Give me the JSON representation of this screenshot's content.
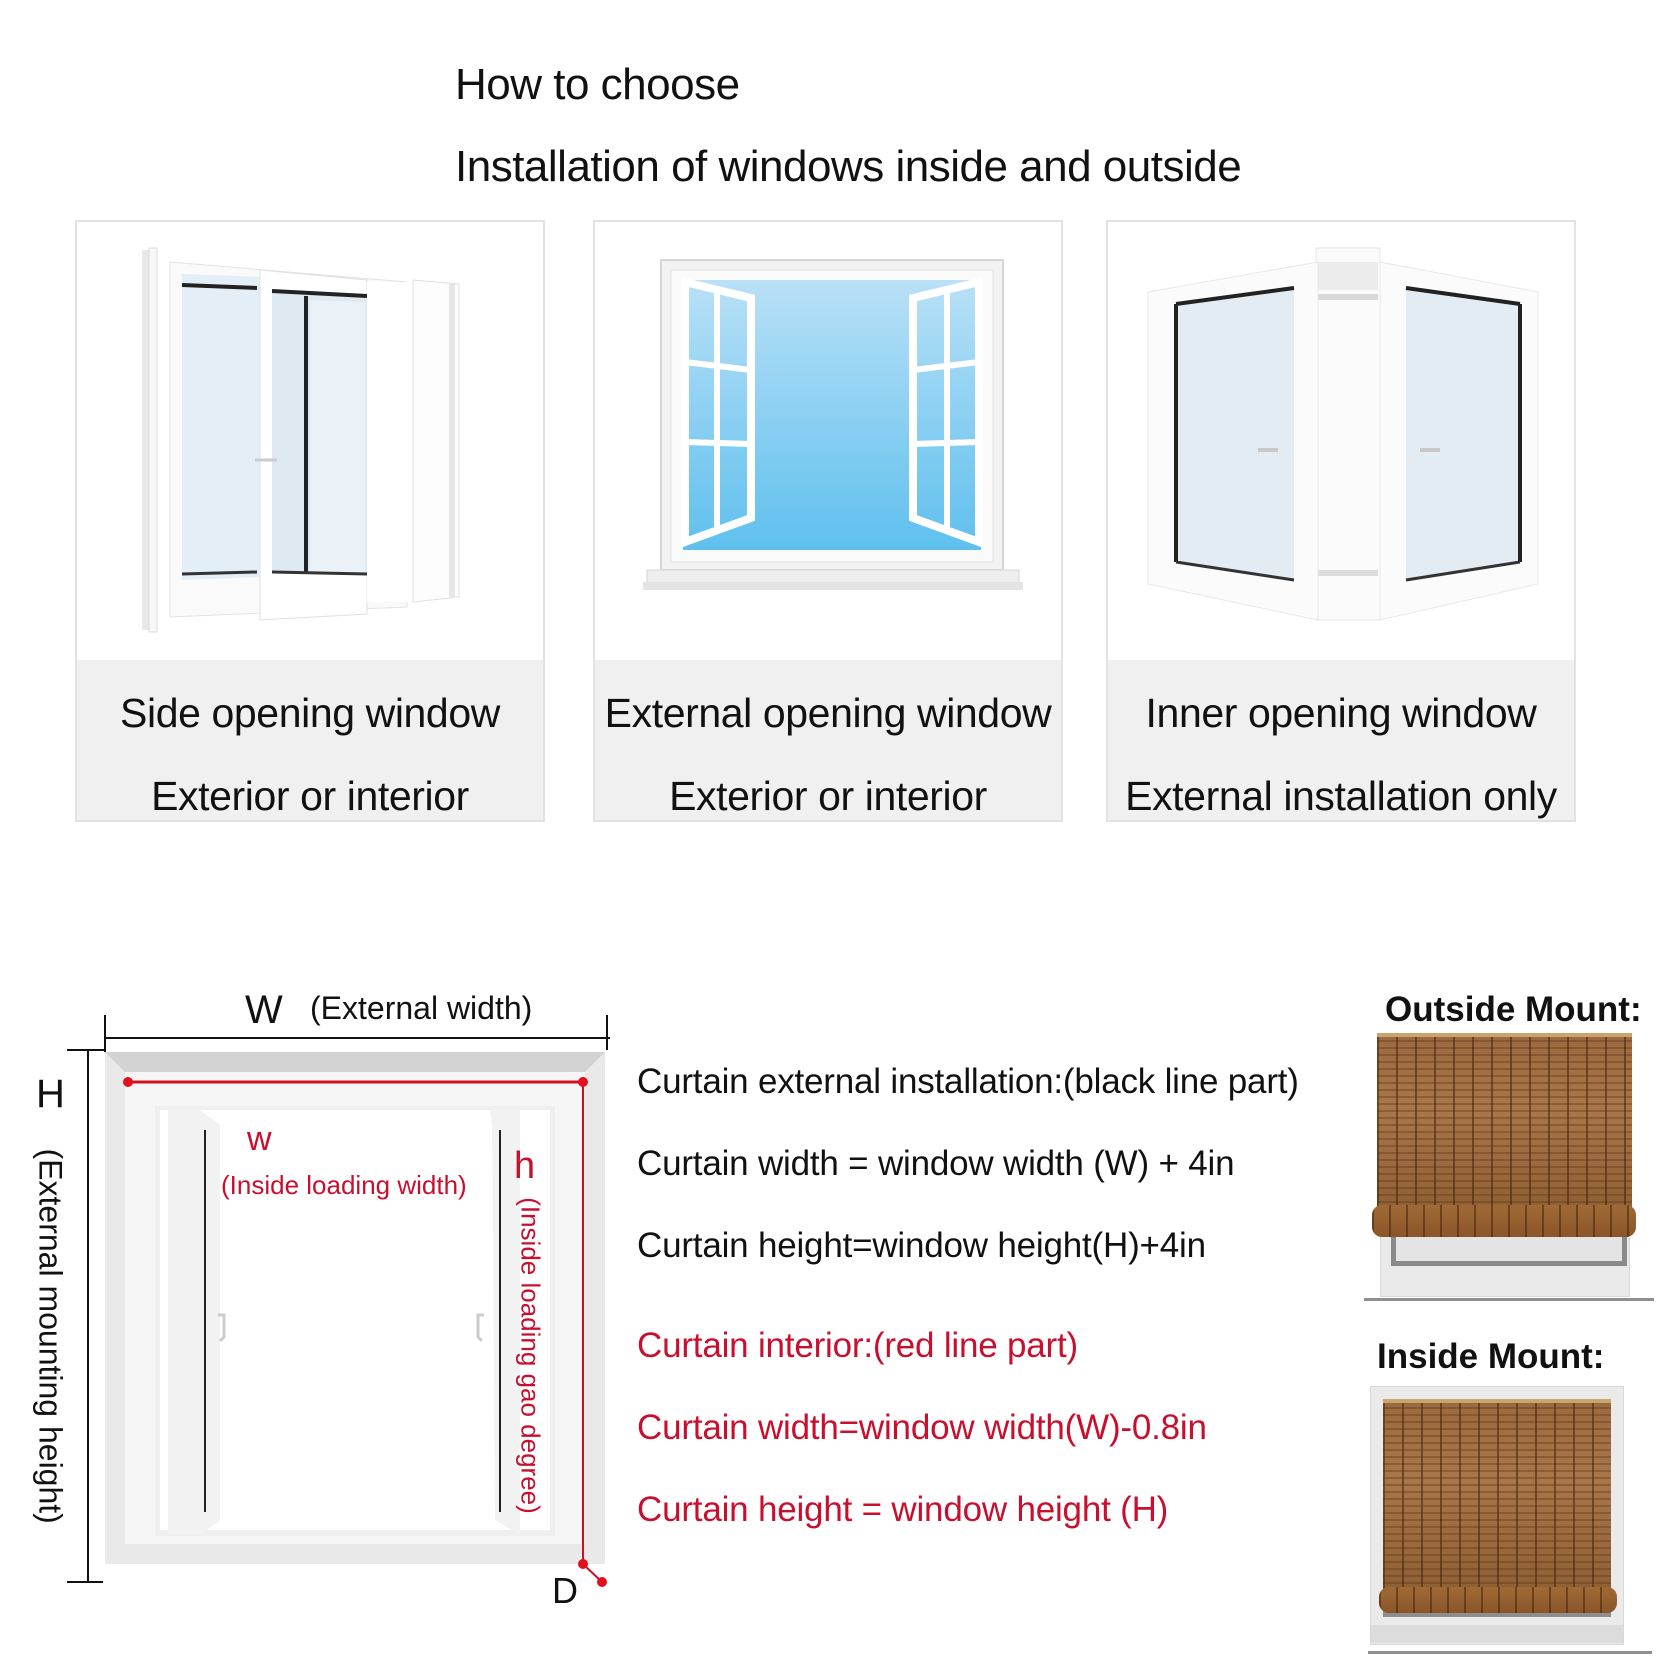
{
  "header": {
    "title": "How to choose",
    "subtitle": "Installation of windows inside and outside"
  },
  "window_types": [
    {
      "name": "Side opening window",
      "installation": "Exterior or interior",
      "icon": "sliding-window-icon"
    },
    {
      "name": "External opening window",
      "installation": "Exterior or interior",
      "icon": "casement-window-icon"
    },
    {
      "name": "Inner opening window",
      "installation": "External installation only",
      "icon": "inward-window-icon"
    }
  ],
  "diagram": {
    "external_width_symbol": "W",
    "external_width_label": "(External width)",
    "external_height_symbol": "H",
    "external_height_label": "(External mounting height)",
    "inside_width_symbol": "w",
    "inside_width_label": "(Inside loading width)",
    "inside_height_symbol": "h",
    "inside_height_label": "(Inside loading gao degree)",
    "depth_symbol": "D",
    "colors": {
      "external_line": "#111111",
      "internal_line": "#d0101e"
    }
  },
  "rules": {
    "external": {
      "title": "Curtain external installation:(black line part)",
      "width": "Curtain width = window width (W) + 4in",
      "height": "Curtain height=window height(H)+4in"
    },
    "interior": {
      "title": "Curtain interior:(red line part)",
      "width": "Curtain width=window width(W)-0.8in",
      "height": "Curtain height = window height (H)"
    },
    "colors": {
      "external_text": "#111111",
      "interior_text": "#c8102e"
    }
  },
  "mounts": {
    "outside": {
      "label": "Outside Mount:"
    },
    "inside": {
      "label": "Inside Mount:"
    }
  }
}
